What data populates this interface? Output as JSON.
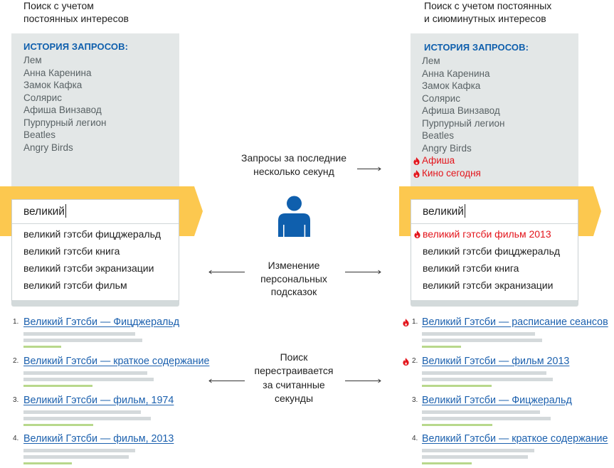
{
  "colors": {
    "accent_yellow": "#fcc84f",
    "brand_blue": "#0f5fad",
    "link_blue": "#1b60ae",
    "hot_red": "#e3141b",
    "panel_gray": "#e3e7e7"
  },
  "icons": {
    "hot": "flame-icon",
    "user": "person-icon",
    "arrow_left": "arrow-left-icon",
    "arrow_right": "arrow-right-icon"
  },
  "left": {
    "title_lines": [
      "Поиск с учетом",
      "постоянных интересов"
    ],
    "history": {
      "header": "ИСТОРИЯ ЗАПРОСОВ:",
      "items": [
        {
          "text": "Лем",
          "hot": false
        },
        {
          "text": "Анна Каренина",
          "hot": false
        },
        {
          "text": "Замок Кафка",
          "hot": false
        },
        {
          "text": "Солярис",
          "hot": false
        },
        {
          "text": "Афиша Винзавод",
          "hot": false
        },
        {
          "text": "Пурпурный легион",
          "hot": false
        },
        {
          "text": "Beatles",
          "hot": false
        },
        {
          "text": "Angry Birds",
          "hot": false
        }
      ]
    },
    "search": {
      "value": "великий",
      "suggestions": [
        {
          "text": "великий гэтсби фицджеральд",
          "hot": false
        },
        {
          "text": "великий гэтсби книга",
          "hot": false
        },
        {
          "text": "великий гэтсби экранизации",
          "hot": false
        },
        {
          "text": "великий гэтсби фильм",
          "hot": false
        }
      ]
    },
    "results": [
      {
        "number": "1.",
        "title": "Великий Гэтсби — Фицджеральд",
        "hot": false
      },
      {
        "number": "2.",
        "title": "Великий Гэтсби — краткое содержание",
        "hot": false
      },
      {
        "number": "3.",
        "title": "Великий Гэтсби — фильм, 1974",
        "hot": false
      },
      {
        "number": "4.",
        "title": "Великий Гэтсби — фильм, 2013",
        "hot": false
      }
    ]
  },
  "middle": {
    "steps": [
      {
        "lines": [
          "Запросы за последние",
          "несколько секунд"
        ],
        "arrows": [
          "right"
        ]
      },
      {
        "lines": [
          "Изменение",
          "персональных",
          "подсказок"
        ],
        "arrows": [
          "left",
          "right"
        ]
      },
      {
        "lines": [
          "Поиск",
          "перестраивается",
          "за считанные",
          "секунды"
        ],
        "arrows": [
          "left",
          "right"
        ]
      }
    ]
  },
  "right": {
    "title_lines": [
      "Поиск с учетом постоянных",
      "и сиюминутных интересов"
    ],
    "history": {
      "header": "ИСТОРИЯ ЗАПРОСОВ:",
      "items": [
        {
          "text": "Лем",
          "hot": false
        },
        {
          "text": "Анна Каренина",
          "hot": false
        },
        {
          "text": "Замок Кафка",
          "hot": false
        },
        {
          "text": "Солярис",
          "hot": false
        },
        {
          "text": "Афиша Винзавод",
          "hot": false
        },
        {
          "text": "Пурпурный легион",
          "hot": false
        },
        {
          "text": "Beatles",
          "hot": false
        },
        {
          "text": "Angry Birds",
          "hot": false
        },
        {
          "text": "Афиша",
          "hot": true
        },
        {
          "text": "Кино сегодня",
          "hot": true
        }
      ]
    },
    "search": {
      "value": "великий",
      "suggestions": [
        {
          "text": "великий гэтсби фильм 2013",
          "hot": true
        },
        {
          "text": "великий гэтсби фицджеральд",
          "hot": false
        },
        {
          "text": "великий гэтсби книга",
          "hot": false
        },
        {
          "text": "великий гэтсби экранизации",
          "hot": false
        }
      ]
    },
    "results": [
      {
        "number": "1.",
        "title": "Великий Гэтсби — расписание сеансов",
        "hot": true
      },
      {
        "number": "2.",
        "title": "Великий Гэтсби — фильм 2013",
        "hot": true
      },
      {
        "number": "3.",
        "title": "Великий Гэтсби — Фицжеральд",
        "hot": false
      },
      {
        "number": "4.",
        "title": "Великий Гэтсби — краткое содержание",
        "hot": false
      }
    ]
  }
}
